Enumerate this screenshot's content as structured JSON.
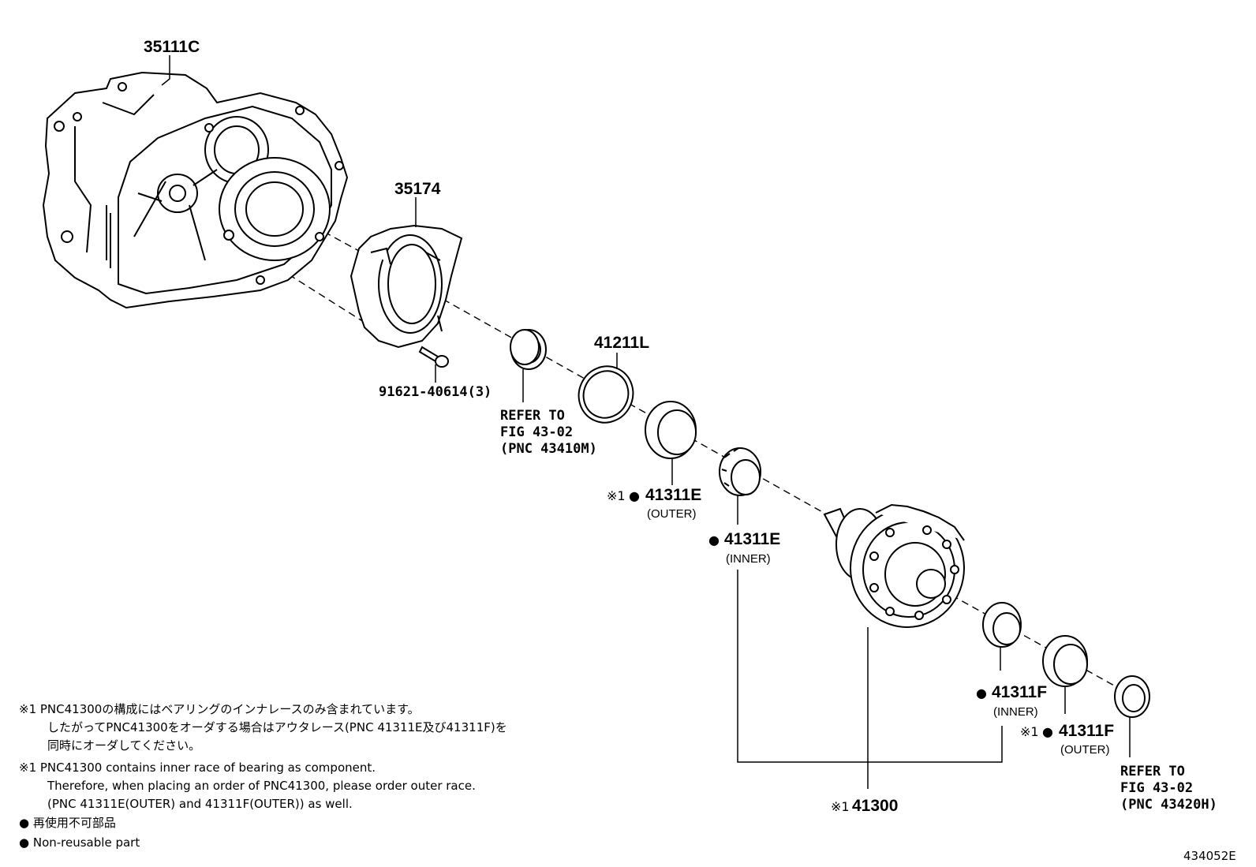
{
  "diagram": {
    "figure_code": "434052E",
    "parts": {
      "case": "35111C",
      "cover": "35174",
      "bolt": "91621-40614(3)",
      "seal_left_ref": [
        "REFER TO",
        "FIG 43-02",
        "(PNC 43410M)"
      ],
      "shim": "41211L",
      "bearing_e_outer": {
        "mark": "※1",
        "dot": "●",
        "number": "41311E",
        "sub": "(OUTER)"
      },
      "bearing_e_inner": {
        "dot": "●",
        "number": "41311E",
        "sub": "(INNER)"
      },
      "differential": {
        "mark": "※1",
        "number": "41300"
      },
      "bearing_f_inner": {
        "dot": "●",
        "number": "41311F",
        "sub": "(INNER)"
      },
      "bearing_f_outer": {
        "mark": "※1",
        "dot": "●",
        "number": "41311F",
        "sub": "(OUTER)"
      },
      "seal_right_ref": [
        "REFER TO",
        "FIG 43-02",
        "(PNC 43420H)"
      ]
    },
    "notes": {
      "jp_1": "※1 PNC41300の構成にはベアリングのインナレースのみ含まれています。",
      "jp_2": "したがってPNC41300をオーダする場合はアウタレース(PNC 41311E及び41311F)を",
      "jp_3": "同時にオーダしてください。",
      "en_1": "※1 PNC41300 contains inner race of bearing as component.",
      "en_2": "Therefore, when placing an order of PNC41300, please order outer race.",
      "en_3": "(PNC 41311E(OUTER) and 41311F(OUTER)) as well.",
      "legend_jp": "● 再使用不可部品",
      "legend_en": "● Non-reusable part"
    }
  }
}
